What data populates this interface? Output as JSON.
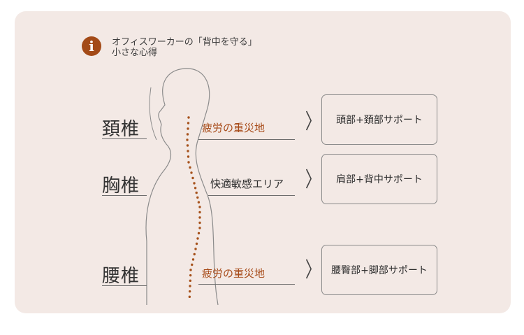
{
  "header": {
    "icon": "info-icon",
    "icon_glyph": "i",
    "line1": "オフィスワーカーの「背中を守る」",
    "line2": "小さな心得"
  },
  "rows": [
    {
      "spine": "頚椎",
      "zone": "疲労の重災地",
      "zone_type": "fatigue",
      "support": "頭部+頚部サポート"
    },
    {
      "spine": "胸椎",
      "zone": "快適敏感エリア",
      "zone_type": "comfort",
      "support": "肩部+背中サポート"
    },
    {
      "spine": "腰椎",
      "zone": "疲労の重災地",
      "zone_type": "fatigue",
      "support": "腰臀部+脚部サポート"
    }
  ],
  "chevron_glyph": "〉",
  "colors": {
    "accent": "#a34a17",
    "card_background": "#f3e9e5",
    "fatigue_text": "#a74b19",
    "spine_dots": "#a6521c"
  }
}
